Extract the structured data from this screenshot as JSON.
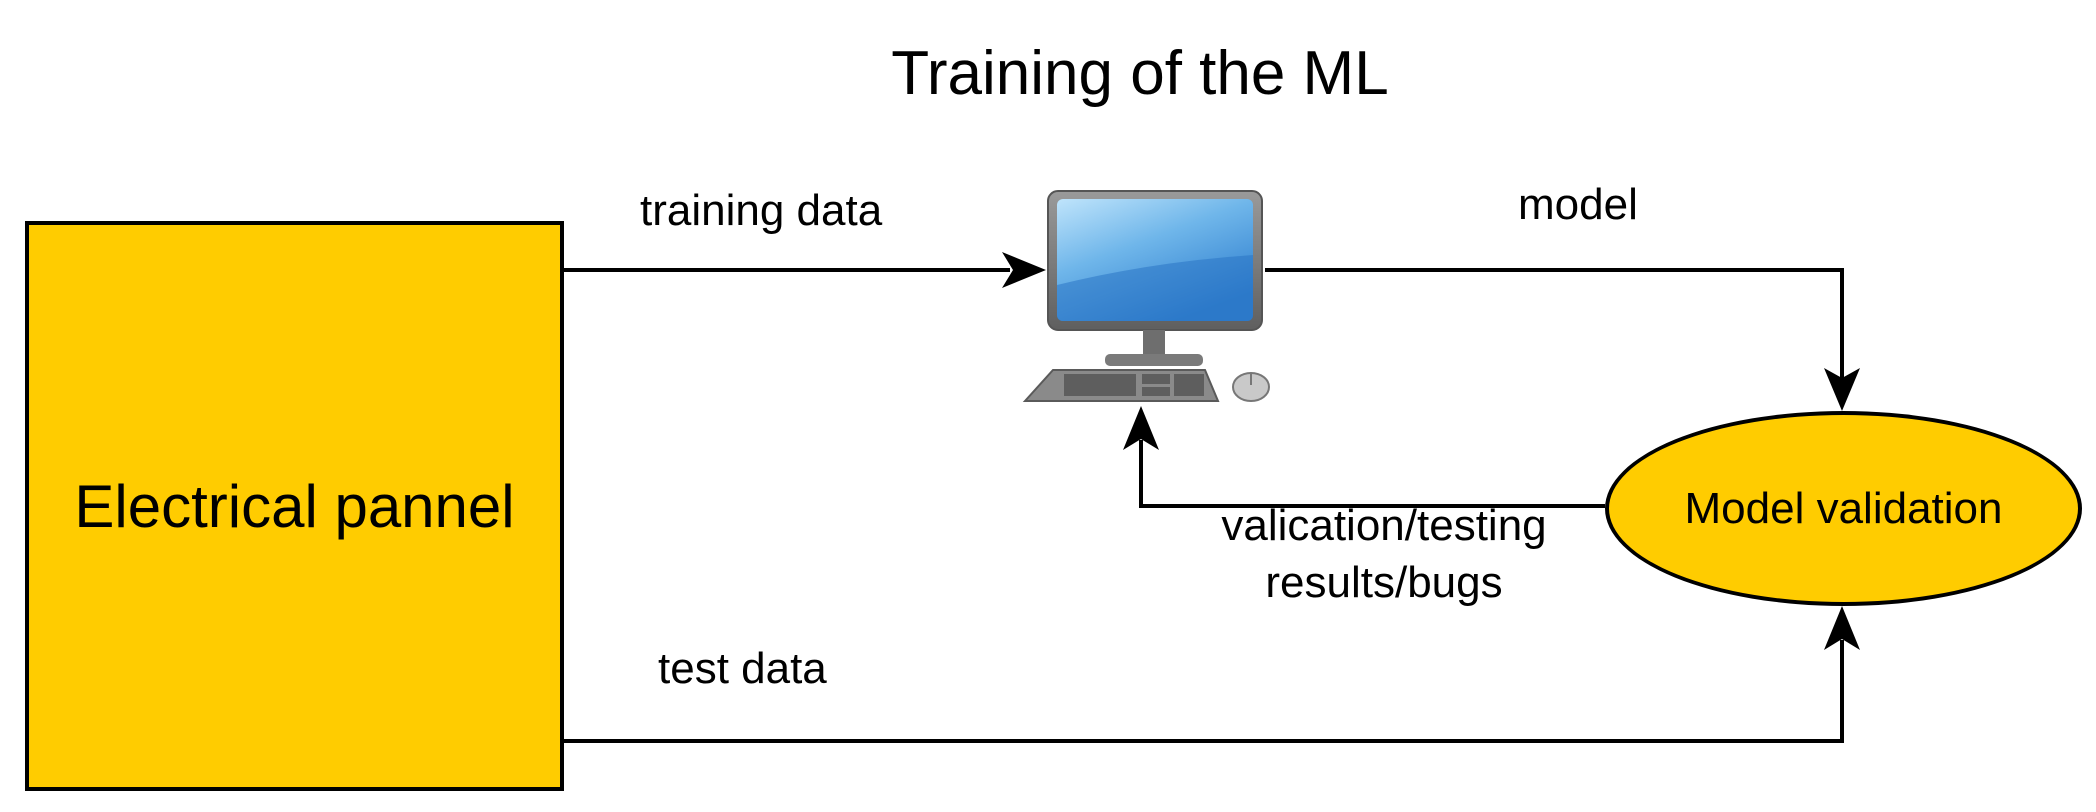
{
  "title": "Training of the ML",
  "nodes": {
    "panel": "Electrical pannel",
    "computer": "computer-icon",
    "validation": "Model validation"
  },
  "edges": {
    "training_data": "training data",
    "model": "model",
    "results_line1": "valication/testing",
    "results_line2": "results/bugs",
    "test_data": "test data"
  },
  "colors": {
    "node_fill": "#ffcc00",
    "stroke": "#000000",
    "screen": "#3d8fd6"
  }
}
